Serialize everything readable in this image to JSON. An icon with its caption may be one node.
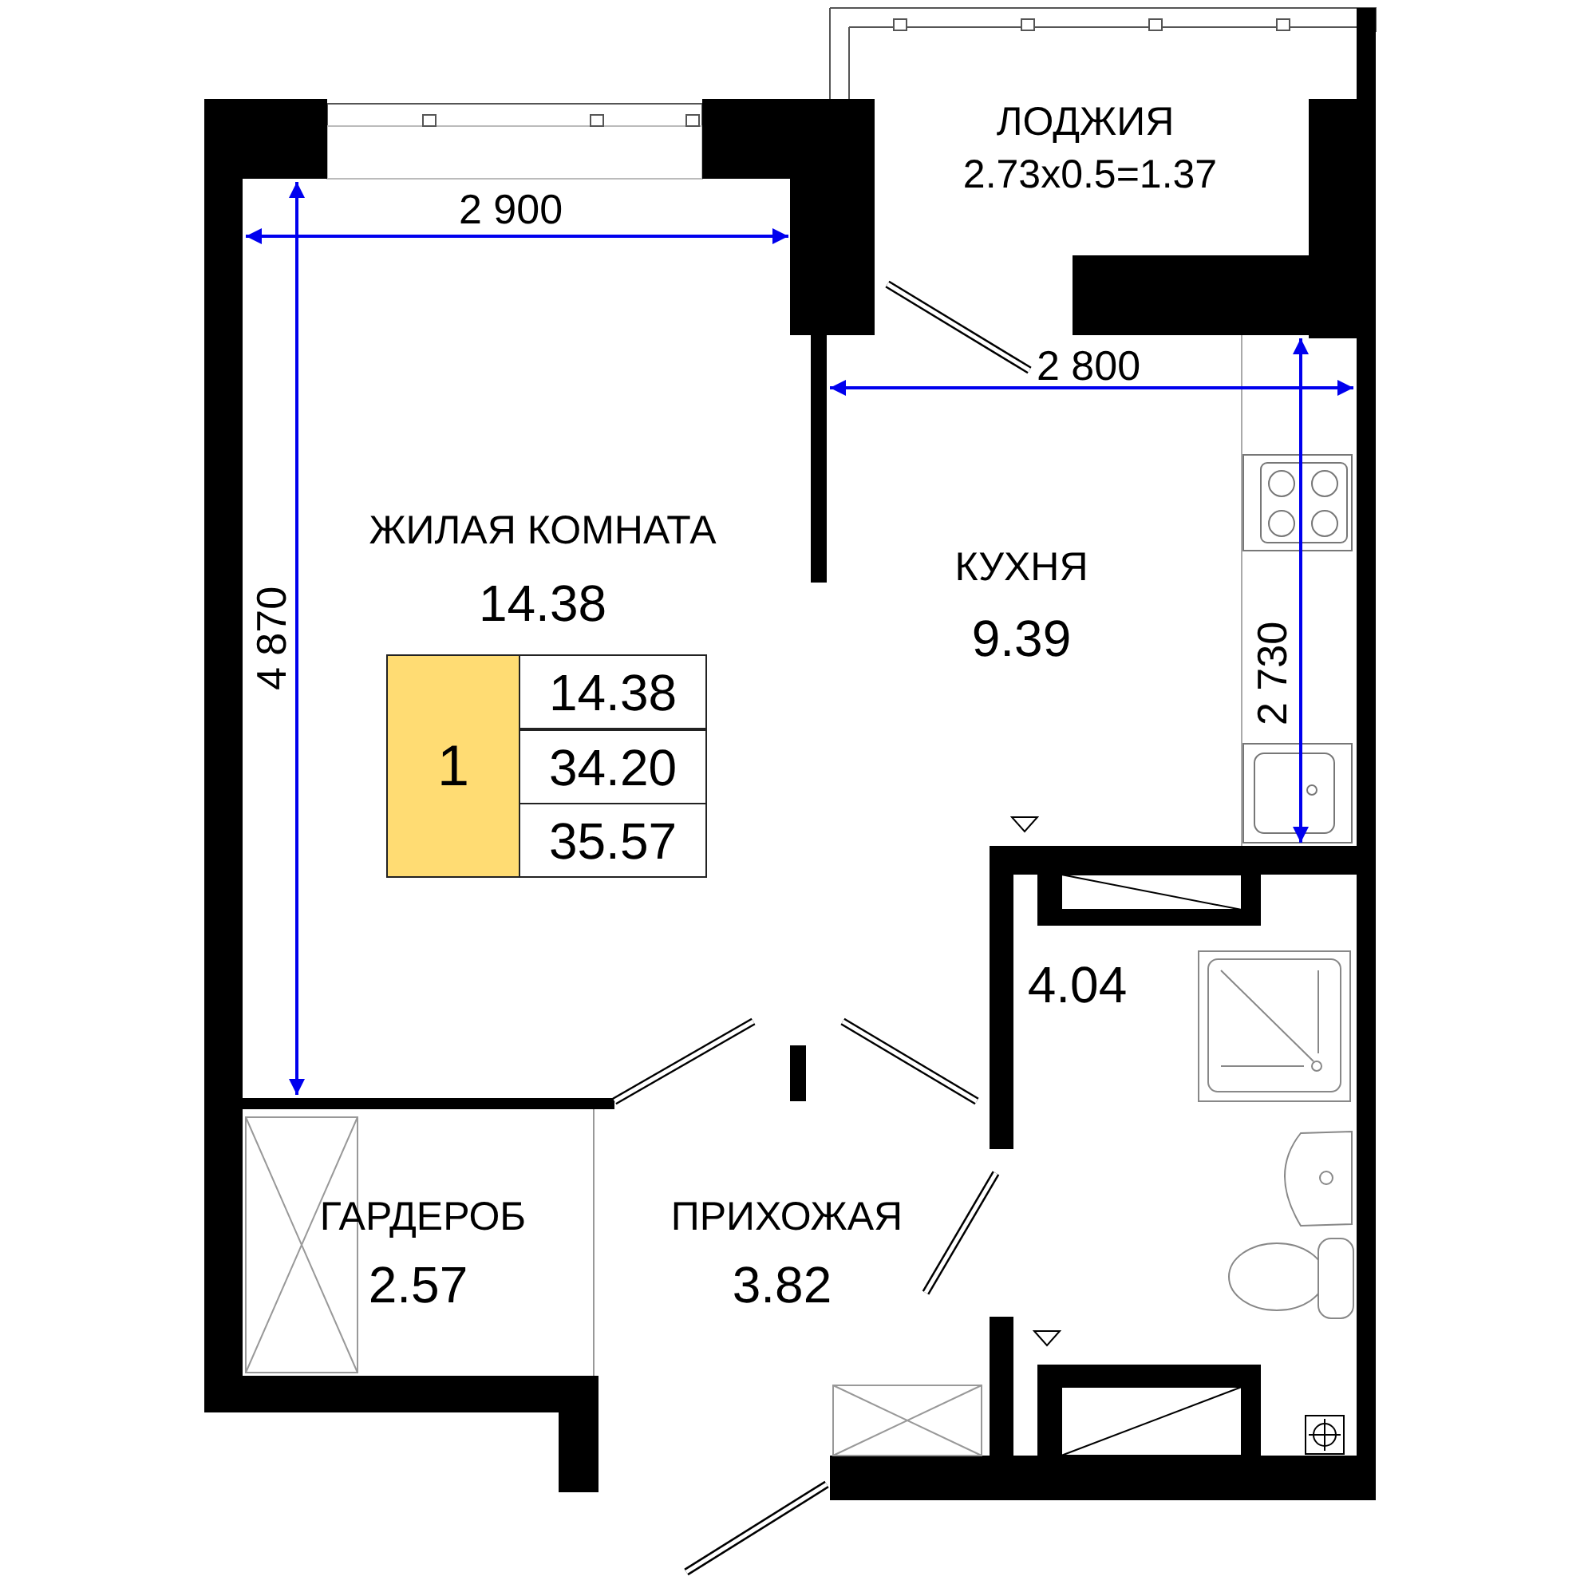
{
  "diagram": {
    "labels": [
      "ЛОДЖИЯ",
      "2.73x0.5=1.37",
      "2 900",
      "2 800",
      "ЖИЛАЯ КОМНАТА",
      "14.38",
      "4 870",
      "КУХНЯ",
      "9.39",
      "2 730",
      "1",
      "14.38",
      "34.20",
      "35.57",
      "4.04",
      "ГАРДЕРОБ",
      "ПРИХОЖАЯ",
      "2.57",
      "3.82"
    ]
  }
}
